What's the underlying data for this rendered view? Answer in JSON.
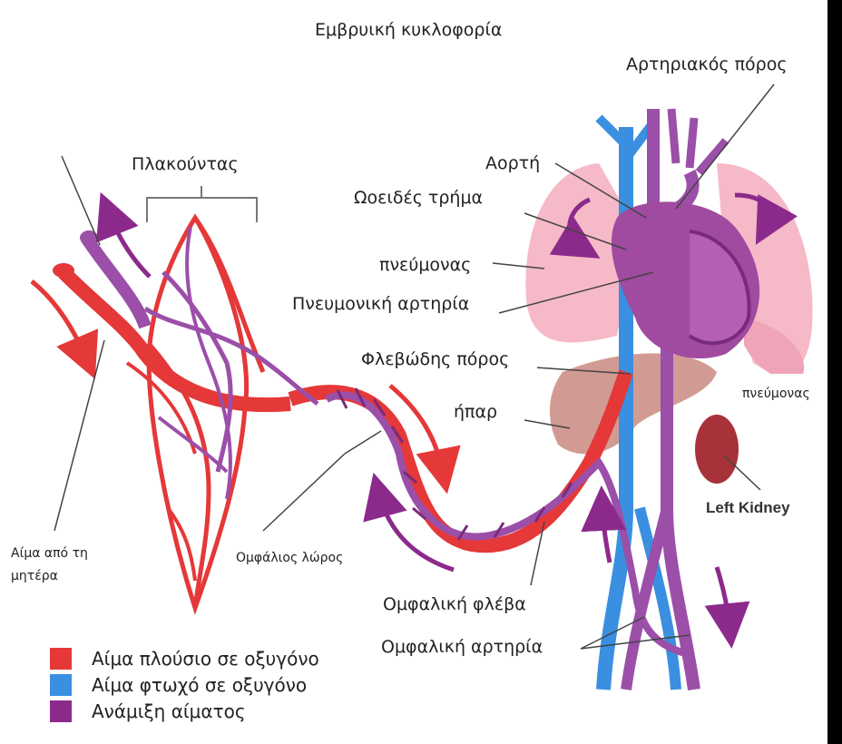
{
  "title": "Εμβρυική κυκλοφορία",
  "labels": {
    "ductus_arteriosus": "Αρτηριακός πόρος",
    "placenta": "Πλακούντας",
    "aorta": "Αορτή",
    "foramen_ovale": "Ωοειδές τρήμα",
    "lung_left": "πνεύμονας",
    "pulmonary_artery": "Πνευμονική αρτηρία",
    "ductus_venosus": "Φλεβώδης πόρος",
    "liver": "ήπαρ",
    "lung_right": "πνεύμονας",
    "left_kidney": "Left Kidney",
    "maternal_blood_1": "Αίμα από τη",
    "maternal_blood_2": "μητέρα",
    "umbilical_cord": "Ομφάλιος λώρος",
    "umbilical_vein": "Ομφαλική φλέβα",
    "umbilical_artery": "Ομφαλική αρτηρία"
  },
  "legend": [
    {
      "label": "Αίμα πλούσιο σε οξυγόνο",
      "color": "#e53838"
    },
    {
      "label": "Αίμα φτωχό σε οξυγόνο",
      "color": "#3a8fe0"
    },
    {
      "label": "Ανάμιξη αίματος",
      "color": "#8c2a8c"
    }
  ],
  "colors": {
    "oxygen_rich": "#e53838",
    "oxygen_poor": "#3a8fe0",
    "mixed": "#8c2a8c",
    "lung": "#f6b9c8",
    "liver": "#c98a80",
    "kidney": "#a8323a",
    "heart": "#a04aa0"
  }
}
